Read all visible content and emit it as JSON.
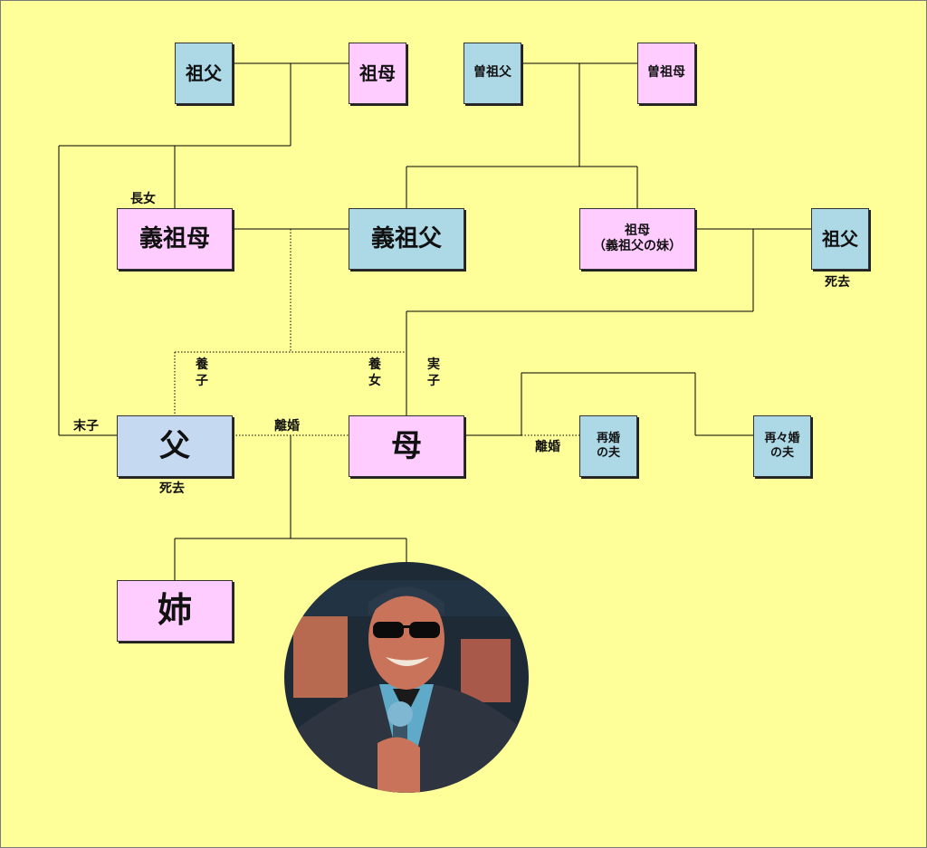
{
  "nodes": {
    "grandfather_paternal": "祖父",
    "grandmother_paternal": "祖母",
    "great_grandfather": "曽祖父",
    "great_grandmother": "曽祖母",
    "adoptive_grandmother": "義祖母",
    "adoptive_grandfather": "義祖父",
    "grandmother_maternal": "祖母\n（義祖父の妹）",
    "grandfather_maternal": "祖父",
    "father": "父",
    "mother": "母",
    "remarriage_husband": "再婚\nの夫",
    "third_marriage_husband": "再々婚\nの夫",
    "sister": "姉"
  },
  "labels": {
    "eldest_daughter": "長女",
    "grandfather_deceased": "死去",
    "adopted_son": "養\n子",
    "adopted_daughter": "養\n女",
    "biological_child": "実\n子",
    "youngest_son": "末子",
    "divorce_father_mother": "離婚",
    "divorce_remarriage": "離婚",
    "father_deceased": "死去"
  },
  "colors": {
    "background": "#ffff99",
    "female_box": "#ffccff",
    "male_box": "#add8e6",
    "father_box": "#c5d9f1",
    "line": "#000000"
  }
}
